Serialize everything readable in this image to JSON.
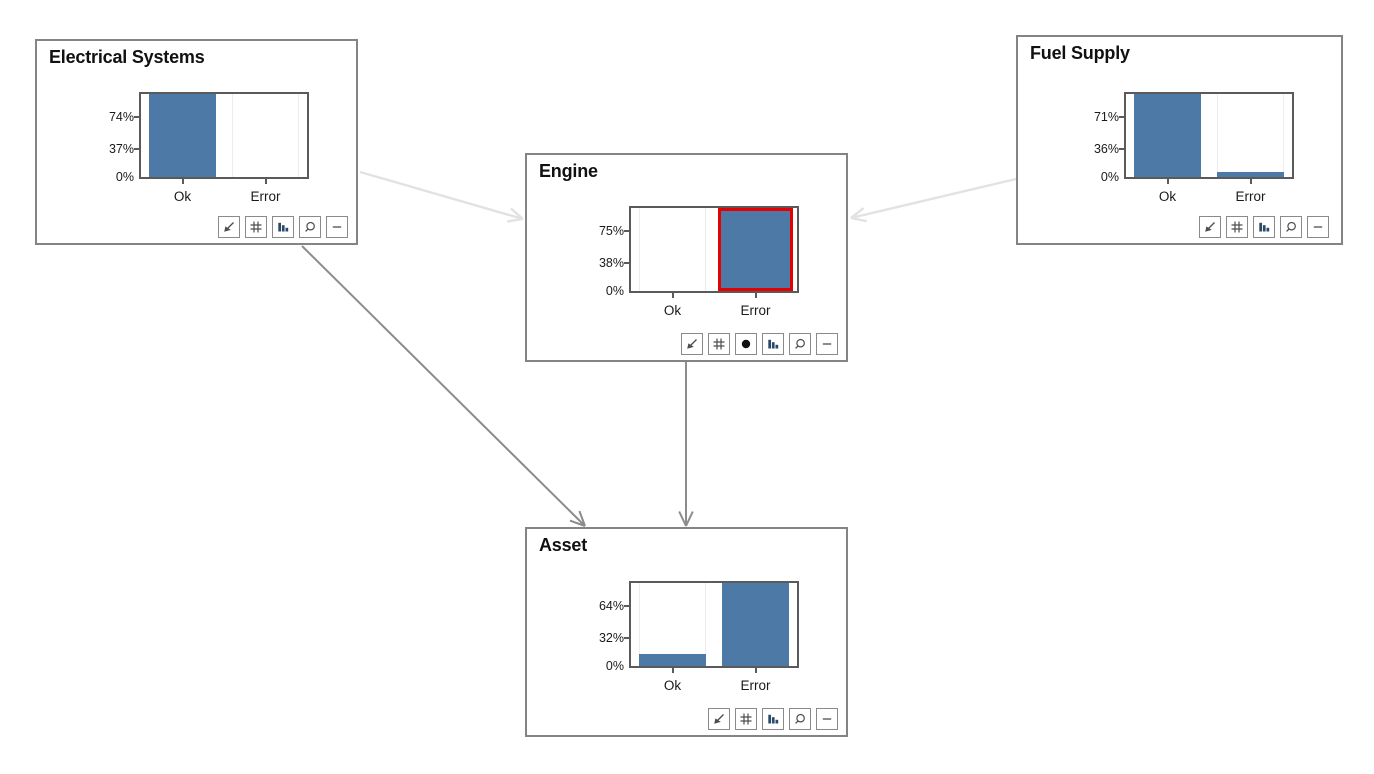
{
  "app": {
    "description": "Bayesian network viewer canvas with probability bar charts per node",
    "colors": {
      "bar_fill": "#4d79a7",
      "evidence_border": "#e60000",
      "node_border": "#848484",
      "plot_border": "#5a5a5a",
      "arrow_light": "#e2e2e2",
      "arrow_dark": "#8c8c8c",
      "toolbar_icon_bars": "#2b4a68"
    }
  },
  "nodes": [
    {
      "id": "electrical-systems",
      "title": "Electrical Systems",
      "y_ticks": [
        "74%",
        "37%",
        "0%"
      ],
      "categories": [
        "Ok",
        "Error"
      ],
      "bars": [
        {
          "category": "Ok",
          "height_pct": 100,
          "evidence": false
        },
        {
          "category": "Error",
          "height_pct": 0,
          "evidence": false
        }
      ],
      "toolbar_icons": [
        "arrow-down-left",
        "grid",
        "bar-chart",
        "magnifier",
        "minus"
      ]
    },
    {
      "id": "engine",
      "title": "Engine",
      "y_ticks": [
        "75%",
        "38%",
        "0%"
      ],
      "categories": [
        "Ok",
        "Error"
      ],
      "bars": [
        {
          "category": "Ok",
          "height_pct": 0,
          "evidence": false
        },
        {
          "category": "Error",
          "height_pct": 100,
          "evidence": true
        }
      ],
      "toolbar_icons": [
        "arrow-down-left",
        "grid",
        "evidence-dot",
        "bar-chart",
        "magnifier",
        "minus"
      ]
    },
    {
      "id": "fuel-supply",
      "title": "Fuel Supply",
      "y_ticks": [
        "71%",
        "36%",
        "0%"
      ],
      "categories": [
        "Ok",
        "Error"
      ],
      "bars": [
        {
          "category": "Ok",
          "height_pct": 100,
          "evidence": false
        },
        {
          "category": "Error",
          "height_pct": 6,
          "evidence": false
        }
      ],
      "toolbar_icons": [
        "arrow-down-left",
        "grid",
        "bar-chart",
        "magnifier",
        "minus"
      ]
    },
    {
      "id": "asset",
      "title": "Asset",
      "y_ticks": [
        "64%",
        "32%",
        "0%"
      ],
      "categories": [
        "Ok",
        "Error"
      ],
      "bars": [
        {
          "category": "Ok",
          "height_pct": 15,
          "evidence": false
        },
        {
          "category": "Error",
          "height_pct": 100,
          "evidence": false
        }
      ],
      "toolbar_icons": [
        "arrow-down-left",
        "grid",
        "bar-chart",
        "magnifier",
        "minus"
      ]
    }
  ],
  "edges": [
    {
      "from": "Electrical Systems",
      "to": "Engine",
      "emphasis": "light"
    },
    {
      "from": "Fuel Supply",
      "to": "Engine",
      "emphasis": "light"
    },
    {
      "from": "Electrical Systems",
      "to": "Asset",
      "emphasis": "dark"
    },
    {
      "from": "Engine",
      "to": "Asset",
      "emphasis": "dark"
    }
  ]
}
